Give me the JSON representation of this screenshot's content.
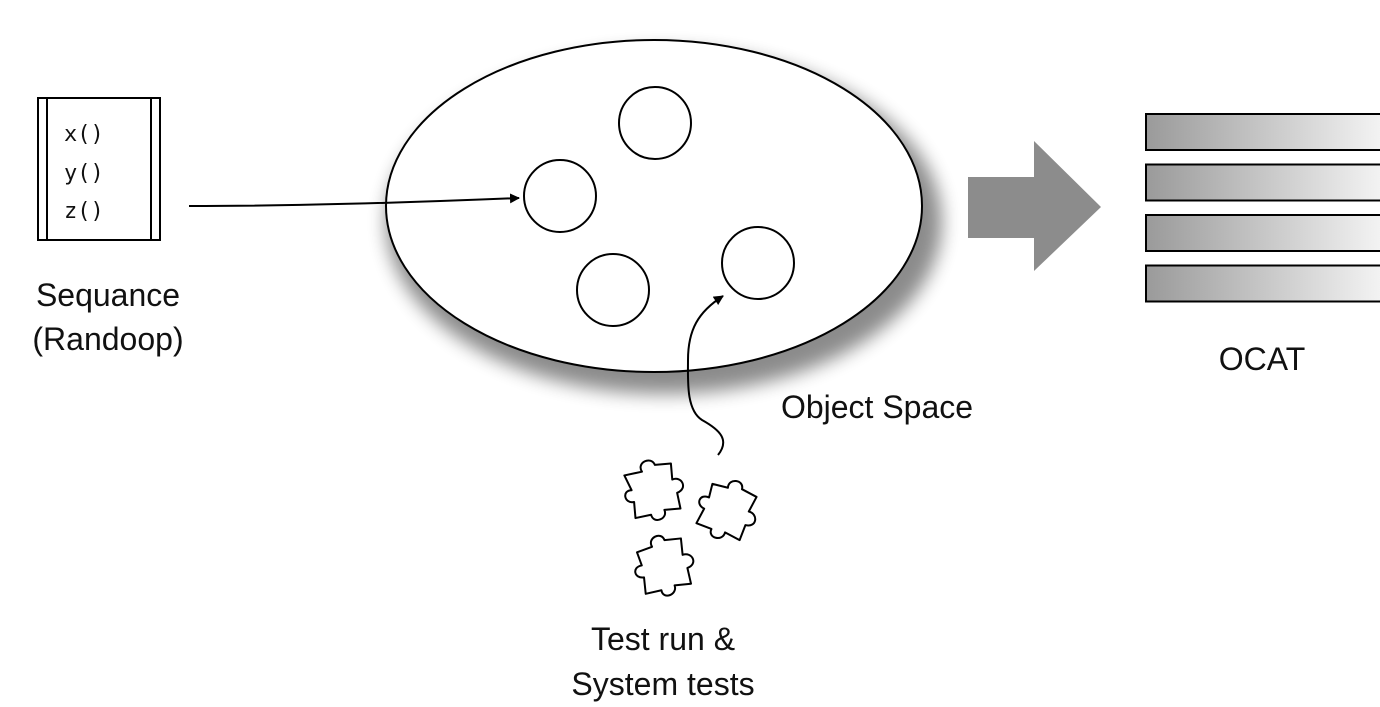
{
  "sequence": {
    "code_lines": [
      "x()",
      "y()",
      "z()"
    ],
    "label_lines": [
      "Sequance",
      "(Randoop)"
    ]
  },
  "object_space": {
    "label": "Object Space"
  },
  "ocat": {
    "label": "OCAT",
    "bar_count": 4
  },
  "tests": {
    "label_lines": [
      "Test run &",
      "System tests"
    ]
  },
  "colors": {
    "stroke": "#000000",
    "big_arrow": "#8c8c8c",
    "bar_gradient_start": "#9a9a9a",
    "bar_gradient_end": "#f5f5f5"
  }
}
